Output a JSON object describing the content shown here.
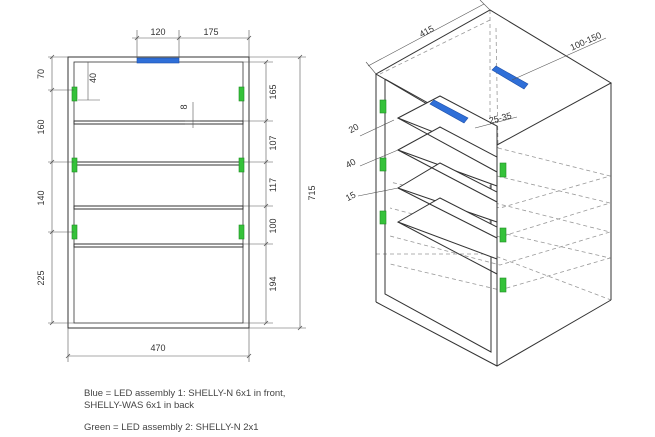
{
  "front_view": {
    "dims_top": [
      "120",
      "175"
    ],
    "dims_left": [
      "70",
      "160",
      "140",
      "225"
    ],
    "dim_led_offset": "40",
    "dim_shelf_thickness": "8",
    "dims_right_inner": [
      "165",
      "107",
      "117",
      "100",
      "194"
    ],
    "dim_total_height": "715",
    "dim_bottom_width": "470"
  },
  "iso_view": {
    "dim_depth": "415",
    "dim_led_back": "100-150",
    "dim_shelf_gap": "25-35",
    "dims_left": [
      "20",
      "40",
      "15"
    ]
  },
  "legend": {
    "blue_line1": "Blue = LED assembly 1: SHELLY-N 6x1 in front,",
    "blue_line2": "SHELLY-WAS 6x1 in back",
    "green_line": "Green = LED assembly 2: SHELLY-N 2x1"
  },
  "colors": {
    "outline": "#333333",
    "dim_line": "#555555",
    "dashed": "#999999",
    "led_blue": "#2f6fd8",
    "led_green": "#35c23a"
  }
}
